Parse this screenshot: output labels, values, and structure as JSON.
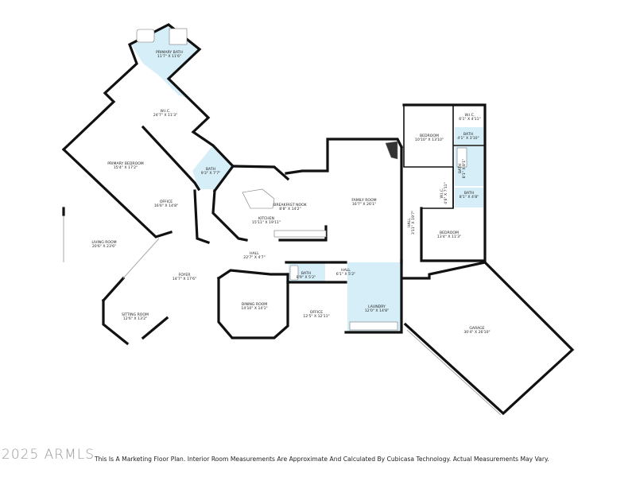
{
  "watermark": "2025 ARMLS",
  "disclaimer": "This Is A Marketing Floor Plan. Interior Room Measurements Are Approximate And Calculated By Cubicasa Technology. Actual Measurements May Vary.",
  "colors": {
    "wet_room_fill": "#d6eef7",
    "wall": "#111111"
  },
  "rooms": [
    {
      "name": "PRIMARY BATH",
      "dims": "11'7\" X 11'6\""
    },
    {
      "name": "W.I.C.",
      "dims": "24'7\" X 11'3\""
    },
    {
      "name": "PRIMARY BEDROOM",
      "dims": "15'4\" X 17'2\""
    },
    {
      "name": "BATH",
      "dims": "9'3\" X 7'7\""
    },
    {
      "name": "OFFICE",
      "dims": "16'6\" X 14'8\""
    },
    {
      "name": "KITCHEN",
      "dims": "15'11\" X 19'11\""
    },
    {
      "name": "BREAKFAST NOOK",
      "dims": "8'8\" X 14'2\""
    },
    {
      "name": "FAMILY ROOM",
      "dims": "16'7\" X 26'1\""
    },
    {
      "name": "BEDROOM",
      "dims": "10'10\" X 13'10\""
    },
    {
      "name": "W.I.C.",
      "dims": "6'1\" X 4'11\""
    },
    {
      "name": "BATH",
      "dims": "4'1\" X 3'10\""
    },
    {
      "name": "BATH",
      "dims": "8'1\" X 8'1\""
    },
    {
      "name": "W.I.C.",
      "dims": "4'6\" X 7'11\""
    },
    {
      "name": "BATH",
      "dims": "8'1\" X 4'8\""
    },
    {
      "name": "BEDROOM",
      "dims": "13'4\" X 11'3\""
    },
    {
      "name": "HALL",
      "dims": "3'11\" X 19'7\""
    },
    {
      "name": "LIVING ROOM",
      "dims": "20'6\" X 23'6\""
    },
    {
      "name": "FOYER",
      "dims": "14'7\" X 17'6\""
    },
    {
      "name": "SITTING ROOM",
      "dims": "12'6\" X 13'2\""
    },
    {
      "name": "HALL",
      "dims": "22'7\" X 4'7\""
    },
    {
      "name": "BATH",
      "dims": "8'9\" X 5'2\""
    },
    {
      "name": "HALL",
      "dims": "6'1\" X 5'2\""
    },
    {
      "name": "DINING ROOM",
      "dims": "14'10\" X 14'1\""
    },
    {
      "name": "OFFICE",
      "dims": "12'5\" X 12'11\""
    },
    {
      "name": "LAUNDRY",
      "dims": "12'0\" X 14'8\""
    },
    {
      "name": "GARAGE",
      "dims": "30'4\" X 26'10\""
    }
  ]
}
